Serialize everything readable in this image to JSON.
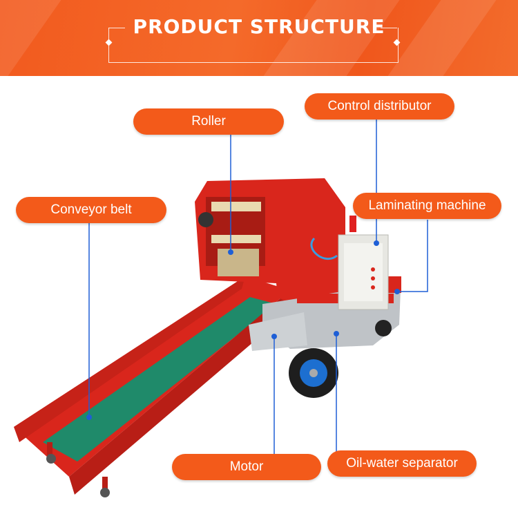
{
  "banner": {
    "title": "PRODUCT STRUCTURE"
  },
  "labels": {
    "roller": "Roller",
    "control_distributor": "Control distributor",
    "conveyor_belt": "Conveyor belt",
    "laminating_machine": "Laminating machine",
    "motor": "Motor",
    "oil_water_separator": "Oil-water separator"
  },
  "colors": {
    "accent": "#f35a1a",
    "leader": "#1e5fd6",
    "machine_red": "#d9261c",
    "belt_green": "#1f8a6a"
  }
}
